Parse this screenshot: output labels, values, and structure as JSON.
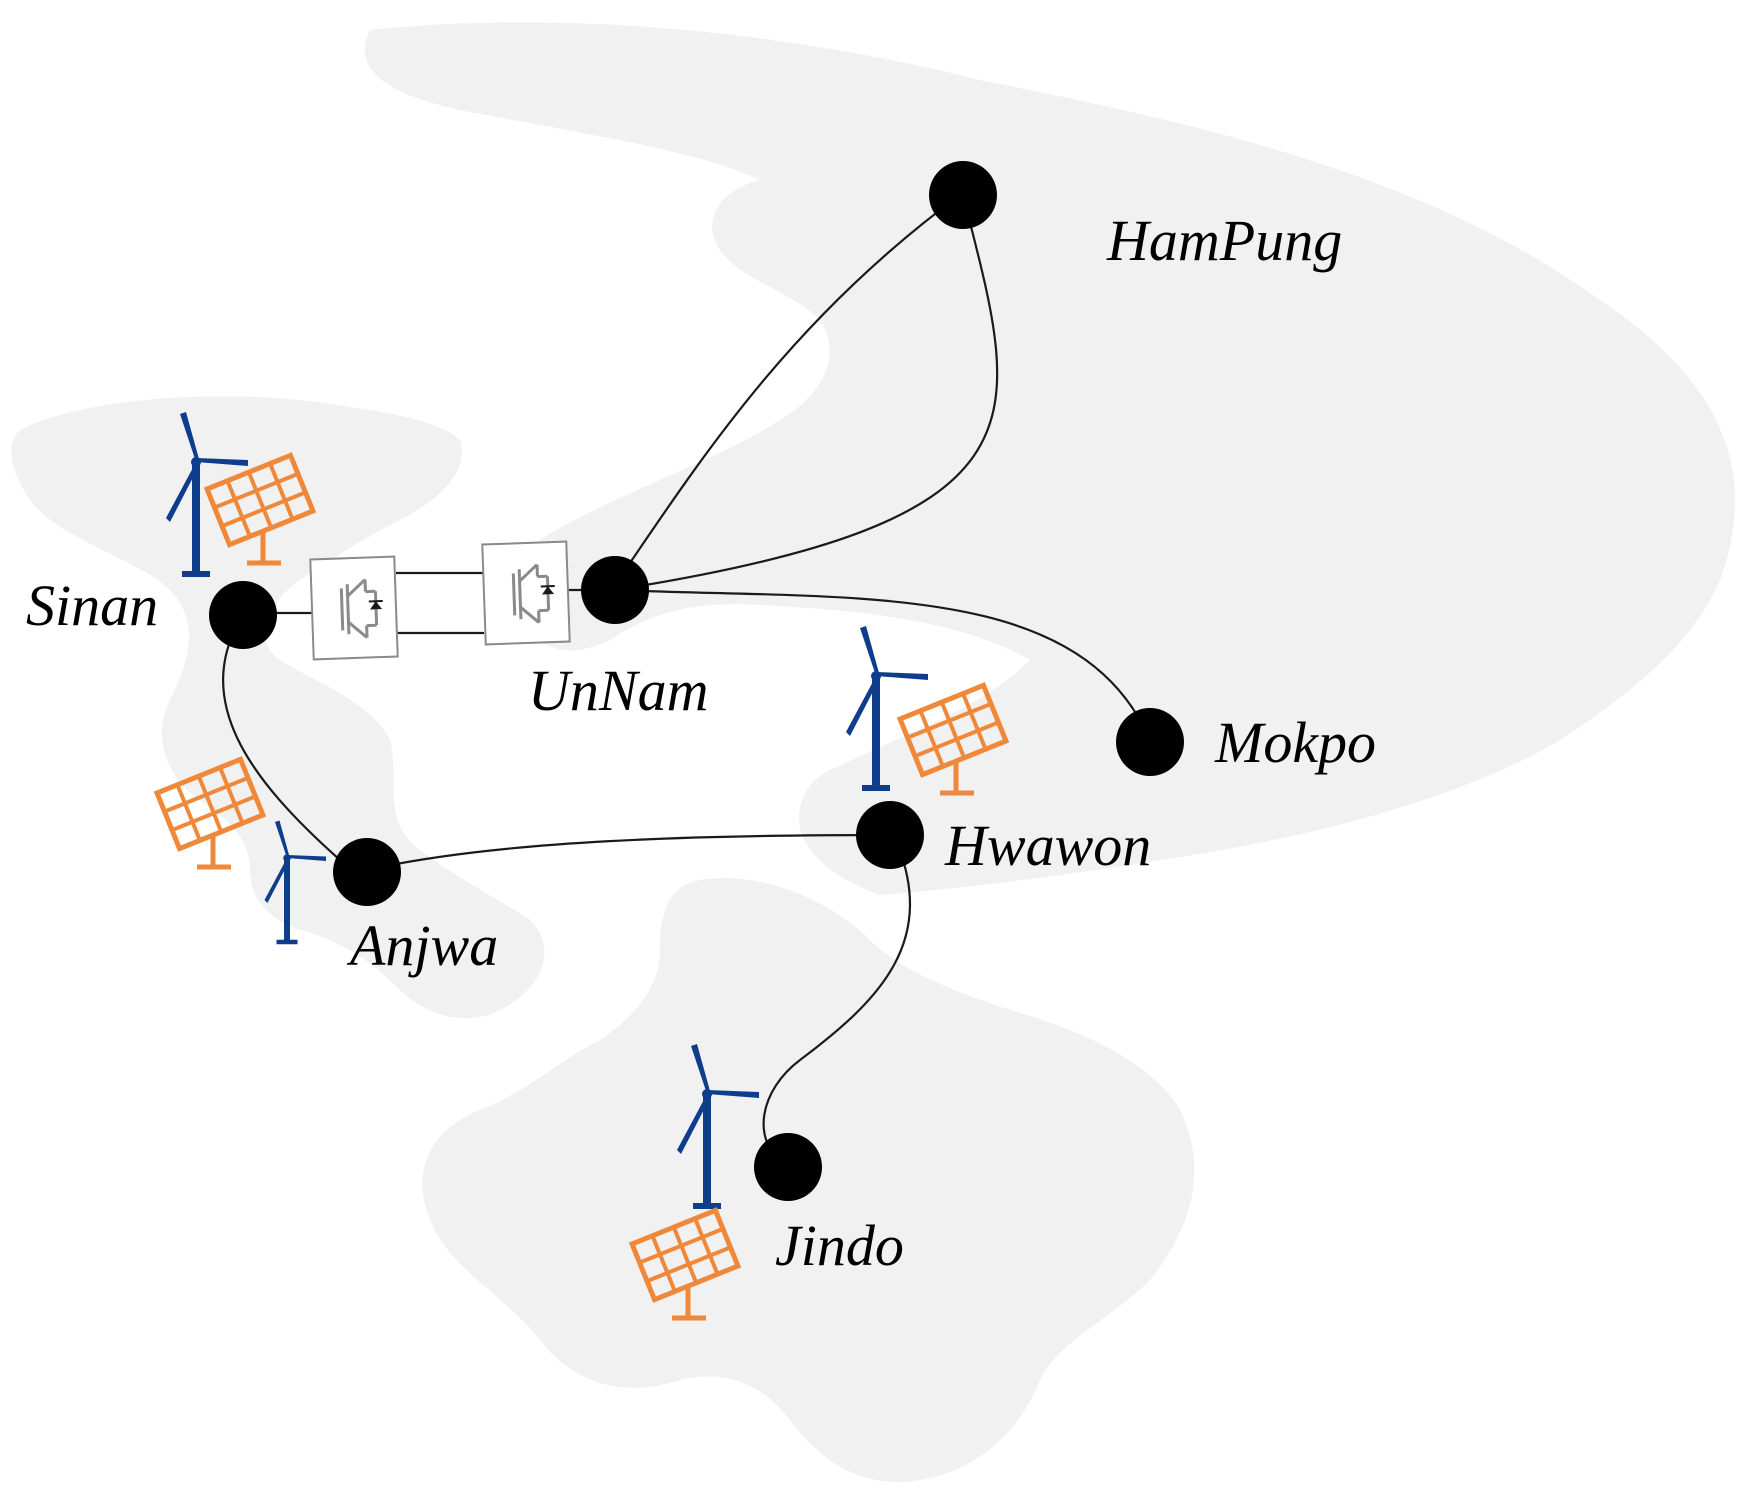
{
  "diagram": {
    "nodes": [
      {
        "id": "HamPung",
        "label": "HamPung"
      },
      {
        "id": "Sinan",
        "label": "Sinan"
      },
      {
        "id": "UnNam",
        "label": "UnNam"
      },
      {
        "id": "Mokpo",
        "label": "Mokpo"
      },
      {
        "id": "Hwawon",
        "label": "Hwawon"
      },
      {
        "id": "Anjwa",
        "label": "Anjwa"
      },
      {
        "id": "Jindo",
        "label": "Jindo"
      }
    ],
    "edges": [
      {
        "from": "UnNam",
        "to": "HamPung"
      },
      {
        "from": "HamPung",
        "to": "UnNam"
      },
      {
        "from": "UnNam",
        "to": "Mokpo"
      },
      {
        "from": "Sinan",
        "to": "UnNam",
        "via": "back-to-back converter link"
      },
      {
        "from": "Sinan",
        "to": "Anjwa"
      },
      {
        "from": "Anjwa",
        "to": "Hwawon"
      },
      {
        "from": "Hwawon",
        "to": "Jindo"
      }
    ],
    "generation": {
      "Sinan": [
        "wind-turbine-icon",
        "solar-panel-icon"
      ],
      "Anjwa": [
        "solar-panel-icon",
        "wind-turbine-icon"
      ],
      "Hwawon": [
        "wind-turbine-icon",
        "solar-panel-icon"
      ],
      "Jindo": [
        "wind-turbine-icon",
        "solar-panel-icon"
      ]
    },
    "colors": {
      "land": "#f1f1f1",
      "node": "#000000",
      "wind": "#0e3d8c",
      "solar": "#f0883a",
      "converter_symbol": "#8a8a8a"
    }
  }
}
